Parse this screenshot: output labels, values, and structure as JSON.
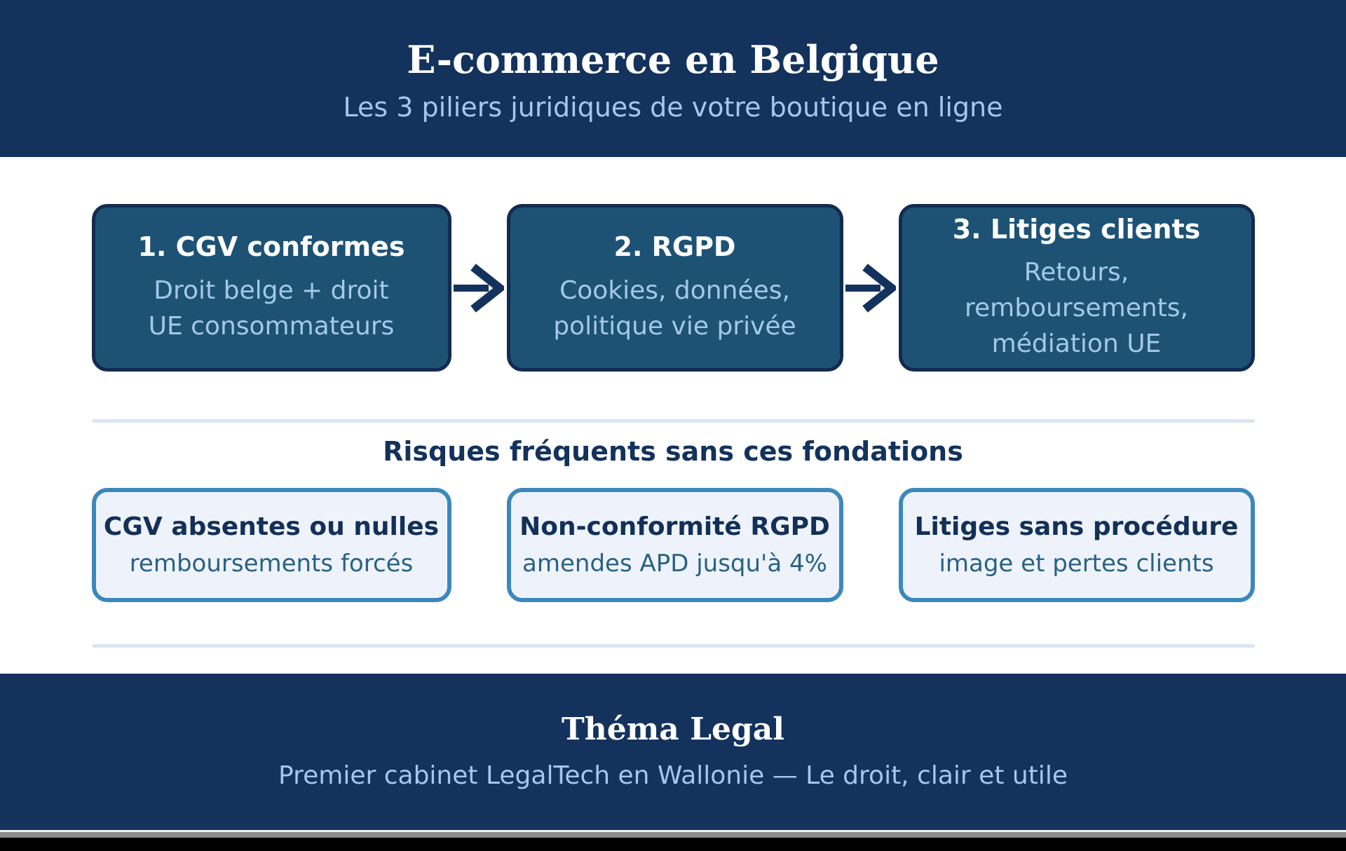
{
  "header": {
    "title": "E-commerce en Belgique",
    "subtitle": "Les 3 piliers juridiques de votre boutique en ligne"
  },
  "pillars": [
    {
      "title": "1. CGV conformes",
      "lines": [
        "Droit belge + droit",
        "UE consommateurs"
      ]
    },
    {
      "title": "2. RGPD",
      "lines": [
        "Cookies, données,",
        "politique vie privée"
      ]
    },
    {
      "title": "3. Litiges clients",
      "lines": [
        "Retours, remboursements,",
        "médiation UE"
      ]
    }
  ],
  "risks": {
    "heading": "Risques fréquents sans ces fondations",
    "items": [
      {
        "title": "CGV absentes ou nulles",
        "description": "remboursements forcés"
      },
      {
        "title": "Non-conformité RGPD",
        "description": "amendes APD jusqu'à 4%"
      },
      {
        "title": "Litiges sans procédure",
        "description": "image et pertes clients"
      }
    ]
  },
  "footer": {
    "brand": "Théma Legal",
    "tagline": "Premier cabinet LegalTech en Wallonie — Le droit, clair et utile"
  },
  "icons": [
    "arrow-right-icon",
    "arrow-right-icon"
  ],
  "colors": {
    "header_bg": "#13325c",
    "pillar_fill": "#1d5275",
    "pillar_border": "#122b50",
    "pillar_text": "#a5c8e8",
    "risk_fill": "#eef3fb",
    "risk_border": "#3c88bb",
    "risk_title": "#133058",
    "risk_text": "#2a6183",
    "divider": "#dbe6f1",
    "arrow": "#13335e",
    "light_blue_text": "#a5c6ee"
  }
}
